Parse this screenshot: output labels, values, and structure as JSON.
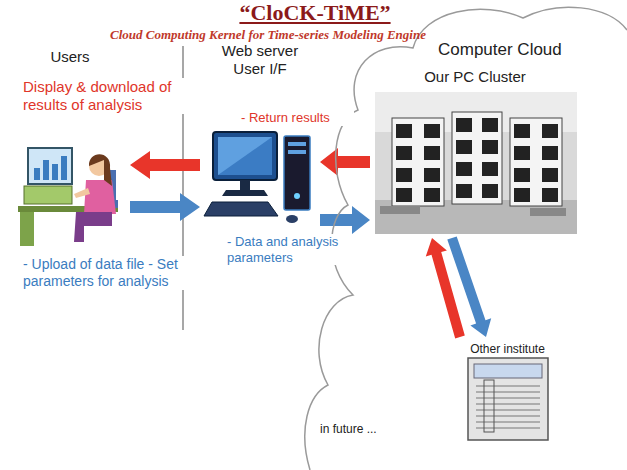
{
  "diagram": {
    "title": "“CloCK-TiME”",
    "nodes": [
      {
        "text": [
          "Users"
        ]
      },
      {
        "text": [
          "Web server User I/F"
        ]
      },
      {
        "text": [
          "Computer Cloud"
        ]
      },
      {
        "text": [
          "Our PC Cluster"
        ],
        "in": 2
      },
      {
        "text": [
          "Other institute"
        ],
        "in": 2
      }
    ],
    "edges": [
      {
        "from": 1,
        "to": 0,
        "arrow": "to",
        "label": "Display & download of results of analysis"
      },
      {
        "from": 0,
        "to": 1,
        "arrow": "to",
        "label": "- Upload of data file - Set parameters for analysis"
      },
      {
        "from": 3,
        "to": 1,
        "arrow": "to",
        "label": "- Return results"
      },
      {
        "from": 1,
        "to": 3,
        "arrow": "to",
        "label": "- Data and analysis parameters"
      },
      {
        "from": 4,
        "to": 3,
        "arrow": "to"
      },
      {
        "from": 3,
        "to": 4,
        "arrow": "to"
      }
    ],
    "labels": [
      "Cloud Computing Kernel for Time-series Modeling Engine",
      "in future ..."
    ]
  }
}
